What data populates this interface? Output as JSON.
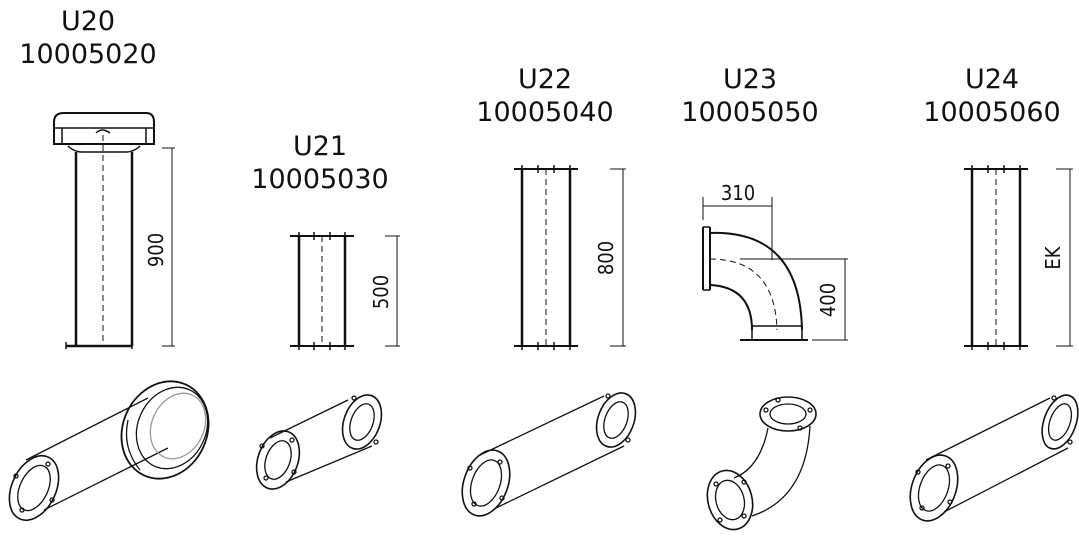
{
  "parts": [
    {
      "code": "U20",
      "number": "10005020",
      "dimension": "900"
    },
    {
      "code": "U21",
      "number": "10005030",
      "dimension": "500"
    },
    {
      "code": "U22",
      "number": "10005040",
      "dimension": "800"
    },
    {
      "code": "U23",
      "number": "10005050",
      "dimension_h": "310",
      "dimension_v": "400"
    },
    {
      "code": "U24",
      "number": "10005060",
      "dimension": "EK"
    }
  ]
}
